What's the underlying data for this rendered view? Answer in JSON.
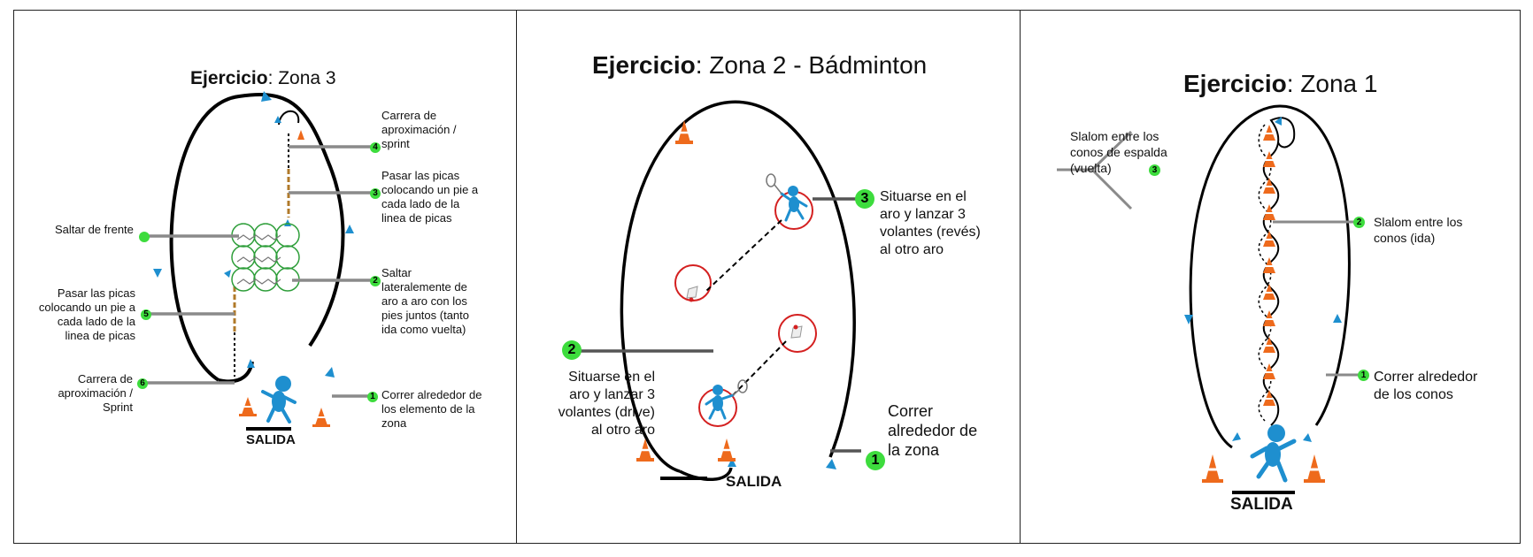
{
  "panels": {
    "zona3": {
      "title_bold": "Ejercicio",
      "title_rest": ": Zona 3",
      "start_label": "SALIDA",
      "labels": {
        "l4": "Carrera de\naproximación /\nsprint",
        "l3": "Pasar las picas\ncolocando un pie a\ncada lado de la\nlinea de picas",
        "l2": "Saltar\nlateralemente de\naro a aro con los\npies juntos (tanto\nida como vuelta)",
        "l1": "Correr alrededor de\nlos elemento de la\nzona",
        "lfront": "Saltar de frente",
        "l5": "Pasar las picas\ncolocando un pie a\ncada lado de la\nlinea de picas",
        "l6": "Carrera de\naproximación /\nSprint"
      },
      "badges": {
        "b1": "1",
        "b2": "2",
        "b3": "3",
        "b4": "4",
        "b5": "5",
        "b6": "6"
      }
    },
    "zona2": {
      "title_bold": "Ejercicio",
      "title_rest": ": Zona 2 - Bádminton",
      "start_label": "SALIDA",
      "labels": {
        "l3": "Situarse en el\naro y lanzar 3\nvolantes (revés)\nal otro aro",
        "l2": "Situarse en el\naro y lanzar 3\nvolantes (drive)\nal otro aro",
        "l1": "Correr\nalrededor de\nla zona"
      },
      "badges": {
        "b1": "1",
        "b2": "2",
        "b3": "3"
      }
    },
    "zona1": {
      "title_bold": "Ejercicio",
      "title_rest": ": Zona 1",
      "start_label": "SALIDA",
      "labels": {
        "l3": "Slalom entre los\nconos de espalda\n(vuelta)",
        "l2": "Slalom entre los\nconos (ida)",
        "l1": "Correr alrededor\nde los conos"
      },
      "badges": {
        "b1": "1",
        "b2": "2",
        "b3": "3"
      }
    }
  },
  "colors": {
    "badge": "#3ddc3d",
    "arrow": "#1e8fcf",
    "hoop_green": "#2e9e3a",
    "hoop_red": "#d42020",
    "cone": "#ee6a1c",
    "pole": "#b07a2a",
    "leader": "#8a8a8a"
  }
}
